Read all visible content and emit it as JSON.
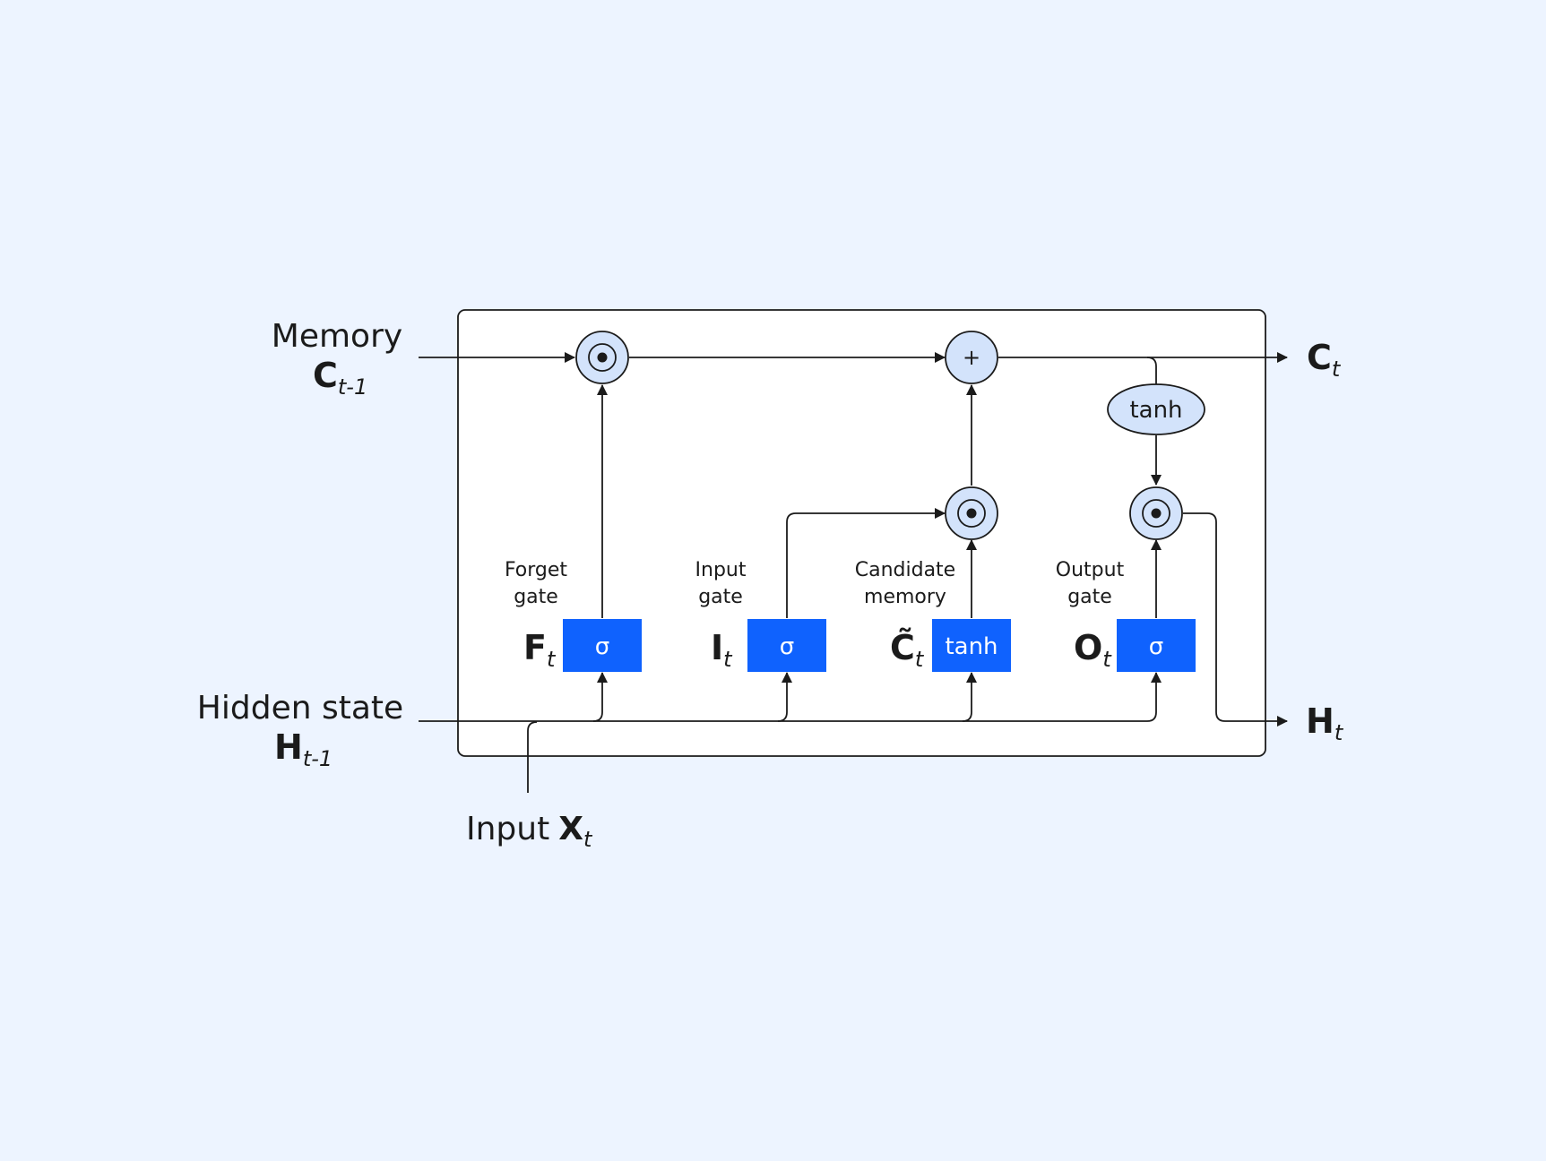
{
  "inputs": {
    "memory": {
      "label": "Memory",
      "symbol": "C",
      "subscript": "t-1"
    },
    "hidden": {
      "label": "Hidden state",
      "symbol": "H",
      "subscript": "t-1"
    },
    "input": {
      "label": "Input",
      "symbol": "X",
      "subscript": "t"
    }
  },
  "outputs": {
    "cell": {
      "symbol": "C",
      "subscript": "t"
    },
    "hidden": {
      "symbol": "H",
      "subscript": "t"
    }
  },
  "gates": {
    "forget": {
      "line1": "Forget",
      "line2": "gate",
      "symbol": "F",
      "subscript": "t",
      "fn": "σ"
    },
    "input": {
      "line1": "Input",
      "line2": "gate",
      "symbol": "I",
      "subscript": "t",
      "fn": "σ"
    },
    "candidate": {
      "line1": "Candidate",
      "line2": "memory",
      "symbol": "C̃",
      "subscript": "t",
      "fn": "tanh"
    },
    "output": {
      "line1": "Output",
      "line2": "gate",
      "symbol": "O",
      "subscript": "t",
      "fn": "σ"
    }
  },
  "ops": {
    "add": "+",
    "tanh": "tanh"
  },
  "colors": {
    "gate": "#0f62fe",
    "node": "#d3e3fb",
    "background": "#edf4ff"
  }
}
